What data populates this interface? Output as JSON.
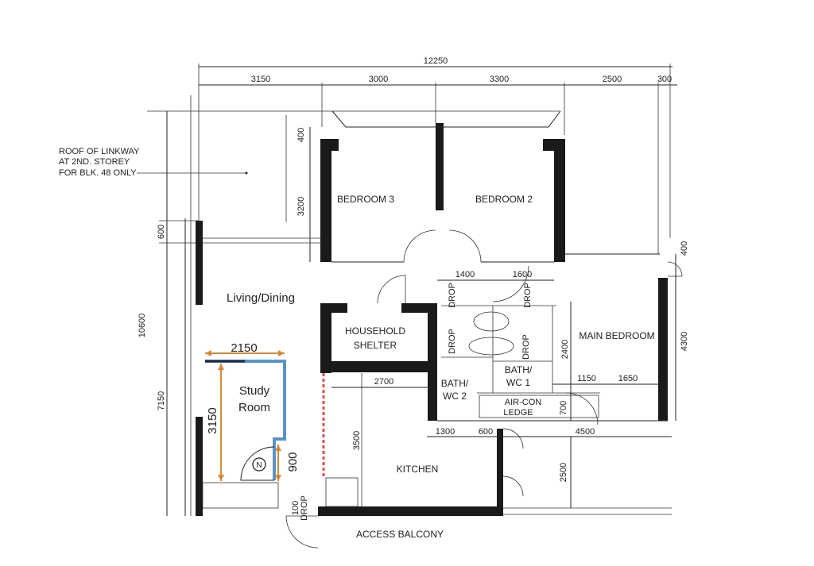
{
  "title_note": {
    "line1": "ROOF OF LINKWAY",
    "line2": "AT 2ND. STOREY",
    "line3": "FOR BLK. 48 ONLY"
  },
  "dimensions": {
    "total_width": "12250",
    "top": [
      "3150",
      "3000",
      "3300",
      "2500",
      "300"
    ],
    "left_total": "10600",
    "left_lower": "7150",
    "left_600": "600",
    "bedroom_depth": "3200",
    "bay_400": "400",
    "right_400": "400",
    "right_4300": "4300",
    "bath_1400": "1400",
    "bath_1600": "1600",
    "main_2400": "2400",
    "main_1150": "1150",
    "main_1650": "1650",
    "kitchen_2700": "2700",
    "kitchen_3500": "3500",
    "bottom_1300": "1300",
    "bottom_600": "600",
    "bottom_4500": "4500",
    "ledge_700": "700",
    "right_2500": "2500",
    "drop_100": "100"
  },
  "rooms": {
    "bedroom3": "BEDROOM 3",
    "bedroom2": "BEDROOM 2",
    "living": "Living/Dining",
    "shelter1": "HOUSEHOLD",
    "shelter2": "SHELTER",
    "main_bedroom": "MAIN BEDROOM",
    "bath2_1": "BATH/",
    "bath2_2": "WC 2",
    "bath1_1": "BATH/",
    "bath1_2": "WC 1",
    "aircon1": "AIR-CON",
    "aircon2": "LEDGE",
    "kitchen": "KITCHEN",
    "access": "ACCESS BALCONY",
    "study1": "Study",
    "study2": "Room"
  },
  "drop_label": "DROP",
  "study_dims": {
    "width": "2150",
    "depth": "3150",
    "door": "900"
  },
  "north_marker": "N",
  "colors": {
    "study_outline": "#5b93c7",
    "annotation": "#d08a3a",
    "dashed_red": "#d9534f"
  }
}
